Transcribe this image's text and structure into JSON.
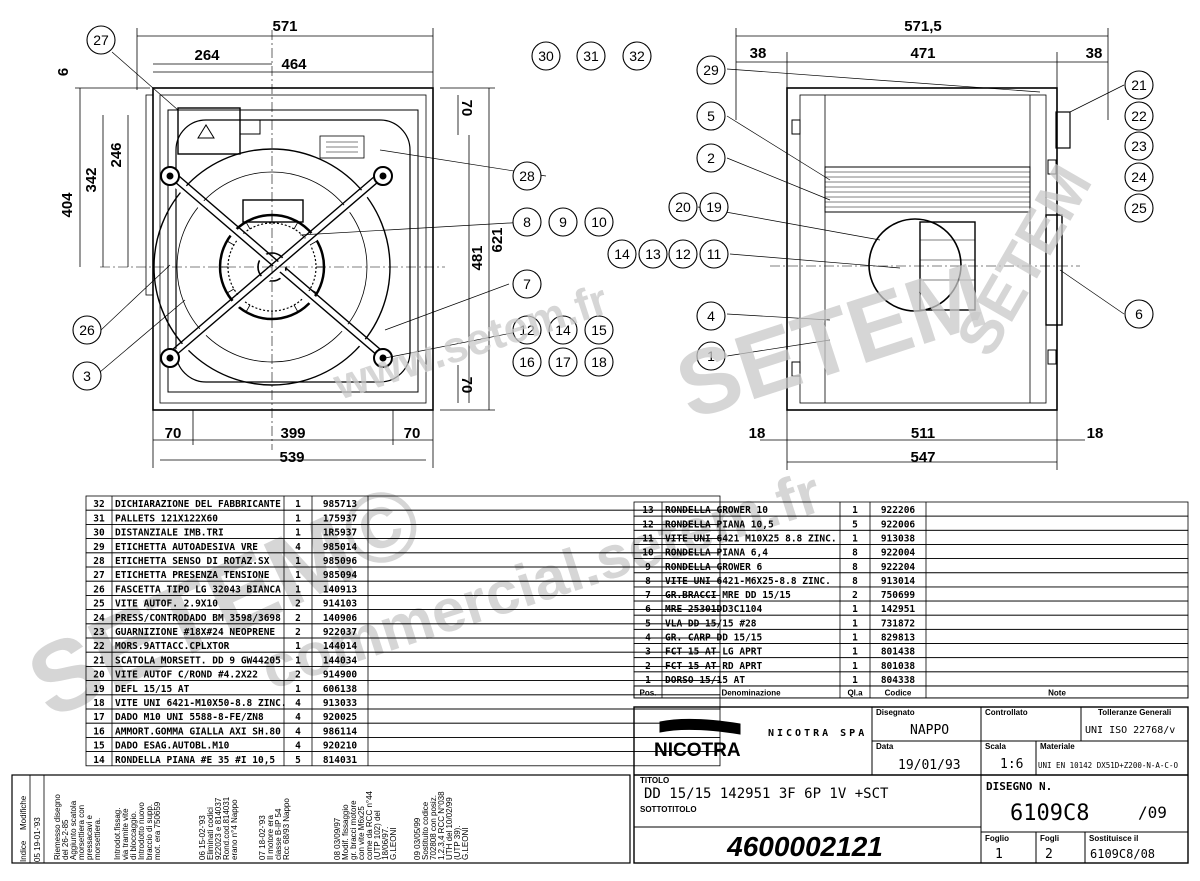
{
  "drawing": {
    "left_view": {
      "dims": {
        "overall_width": "571",
        "offset_left": "264",
        "inner_width": "464",
        "top_offset": "6",
        "height_404": "404",
        "height_342": "342",
        "height_246": "246",
        "top_70": "70",
        "bottom_70": "70",
        "height_481": "481",
        "height_621": "621",
        "bottom_left_70": "70",
        "bottom_mid": "399",
        "bottom_right_70": "70",
        "bottom_total": "539"
      },
      "balloons": [
        "27",
        "30",
        "31",
        "32",
        "28",
        "8",
        "9",
        "10",
        "26",
        "3",
        "7",
        "12",
        "14",
        "15",
        "16",
        "17",
        "18"
      ]
    },
    "right_view": {
      "dims": {
        "overall_width": "571,5",
        "left_38": "38",
        "inner_471": "471",
        "right_38": "38",
        "bottom_left_18": "18",
        "bottom_511": "511",
        "bottom_right_18": "18",
        "bottom_total": "547"
      },
      "balloons": [
        "29",
        "5",
        "2",
        "20",
        "19",
        "14",
        "13",
        "12",
        "11",
        "4",
        "1",
        "21",
        "22",
        "23",
        "24",
        "25",
        "6"
      ]
    },
    "watermarks": [
      "www.setem.fr",
      "SETEM",
      "SETEM",
      "SETEM©",
      "commercial.setem.fr"
    ]
  },
  "bom_left": [
    {
      "pos": "32",
      "desc": "DICHIARAZIONE DEL FABBRICANTE",
      "qty": "1",
      "code": "985713"
    },
    {
      "pos": "31",
      "desc": "PALLETS 121X122X60",
      "qty": "1",
      "code": "175937"
    },
    {
      "pos": "30",
      "desc": "DISTANZIALE IMB.TRI",
      "qty": "1",
      "code": "1R5937"
    },
    {
      "pos": "29",
      "desc": "ETICHETTA AUTOADESIVA VRE",
      "qty": "4",
      "code": "985014"
    },
    {
      "pos": "28",
      "desc": "ETICHETTA SENSO DI ROTAZ.SX",
      "qty": "1",
      "code": "985096"
    },
    {
      "pos": "27",
      "desc": "ETICHETTA PRESENZA TENSIONE",
      "qty": "1",
      "code": "985094"
    },
    {
      "pos": "26",
      "desc": "FASCETTA TIPO LG 32043 BIANCA",
      "qty": "1",
      "code": "140913"
    },
    {
      "pos": "25",
      "desc": "VITE AUTOF. 2.9X10",
      "qty": "2",
      "code": "914103"
    },
    {
      "pos": "24",
      "desc": "PRESS/CONTRODADO BM 3598/3698",
      "qty": "2",
      "code": "140906"
    },
    {
      "pos": "23",
      "desc": "GUARNIZIONE #18X#24 NEOPRENE",
      "qty": "2",
      "code": "922037"
    },
    {
      "pos": "22",
      "desc": "MORS.9ATTACC.CPLXTOR",
      "qty": "1",
      "code": "144014"
    },
    {
      "pos": "21",
      "desc": "SCATOLA MORSETT. DD 9 GW44205",
      "qty": "1",
      "code": "144034"
    },
    {
      "pos": "20",
      "desc": "VITE AUTOF C/ROND #4.2X22",
      "qty": "2",
      "code": "914900"
    },
    {
      "pos": "19",
      "desc": "DEFL 15/15 AT",
      "qty": "1",
      "code": "606138"
    },
    {
      "pos": "18",
      "desc": "VITE UNI 6421-M10X50-8.8 ZINC.",
      "qty": "4",
      "code": "913033"
    },
    {
      "pos": "17",
      "desc": "DADO M10 UNI 5588-8-FE/ZN8",
      "qty": "4",
      "code": "920025"
    },
    {
      "pos": "16",
      "desc": "AMMORT.GOMMA GIALLA AXI SH.80",
      "qty": "4",
      "code": "986114"
    },
    {
      "pos": "15",
      "desc": "DADO ESAG.AUTOBL.M10",
      "qty": "4",
      "code": "920210"
    },
    {
      "pos": "14",
      "desc": "RONDELLA PIANA #E 35 #I 10,5",
      "qty": "5",
      "code": "814031"
    }
  ],
  "bom_right": [
    {
      "pos": "13",
      "desc": "RONDELLA GROWER 10",
      "qty": "1",
      "code": "922206"
    },
    {
      "pos": "12",
      "desc": "RONDELLA PIANA 10,5",
      "qty": "5",
      "code": "922006"
    },
    {
      "pos": "11",
      "desc": "VITE UNI 6421 M10X25 8.8 ZINC.",
      "qty": "1",
      "code": "913038"
    },
    {
      "pos": "10",
      "desc": "RONDELLA PIANA 6,4",
      "qty": "8",
      "code": "922004"
    },
    {
      "pos": "9",
      "desc": "RONDELLA GROWER 6",
      "qty": "8",
      "code": "922204"
    },
    {
      "pos": "8",
      "desc": "VITE UNI 6421-M6X25-8.8 ZINC.",
      "qty": "8",
      "code": "913014"
    },
    {
      "pos": "7",
      "desc": "GR.BRACCI MRE DD 15/15",
      "qty": "2",
      "code": "750699"
    },
    {
      "pos": "6",
      "desc": "MRE 25301DD3C1104",
      "qty": "1",
      "code": "142951"
    },
    {
      "pos": "5",
      "desc": "VLA DD 15/15 #28",
      "qty": "1",
      "code": "731872"
    },
    {
      "pos": "4",
      "desc": "GR. CARP DD 15/15",
      "qty": "1",
      "code": "829813"
    },
    {
      "pos": "3",
      "desc": "FCT 15 AT LG APRT",
      "qty": "1",
      "code": "801438"
    },
    {
      "pos": "2",
      "desc": "FCT 15 AT RD APRT",
      "qty": "1",
      "code": "801038"
    },
    {
      "pos": "1",
      "desc": "DORSO 15/15 AT",
      "qty": "1",
      "code": "804338"
    }
  ],
  "bom_header": {
    "pos": "Pos.",
    "denom": "Denominazione",
    "qty": "Ql.a",
    "code": "Codice",
    "note": "Note"
  },
  "title_block": {
    "company": "NICOTRA SPA",
    "logo": "NICOTRA",
    "disegnato_label": "Disegnato",
    "disegnato": "NAPPO",
    "controllato_label": "Controllato",
    "tolleranze_label": "Tolleranze Generali",
    "tolleranze": "UNI ISO 22768/v",
    "data_label": "Data",
    "data": "19/01/93",
    "scala_label": "Scala",
    "scala": "1:6",
    "materiale_label": "Materiale",
    "materiale": "UNI EN 10142 DX51D+Z200-N-A-C-O",
    "titolo_label": "TITOLO",
    "titolo": "DD 15/15 142951 3F 6P 1V +SCT",
    "sottotitolo_label": "SOTTOTITOLO",
    "disegno_label": "DISEGNO N.",
    "disegno": "6109C8",
    "rev": "/09",
    "number": "4600002121",
    "foglio_label": "Foglio",
    "foglio": "1",
    "fogli_label": "Fogli",
    "fogli": "2",
    "sostituisce_label": "Sostituisce il",
    "sostituisce": "6109C8/08"
  },
  "revisions": {
    "indice_label": "Indice",
    "modifiche_label": "Modifiche",
    "rev05": "05  19-01-'93",
    "entries": [
      "Riemesso disegno del 26-2-85 Aggiunto scatola morsettiera con pressacavi e morsettiera.",
      "Introdot.fissag. via tramite vite di bloccaggio. Introdotto nuovo braccio di supp. mot. era 750659",
      "06   15-02-'93   Eliminati codici 922023 e 814037 Rond.cod.814031 erano n°4   Nappo",
      "07   18-02-'93   Il motore era classe B-IP 54 Rcc 68/93   Nappo",
      "08   03/09/97   Modif. fissaggio gr. bracci motore con vite M6x25 come da RCC n°44 (UTP 102) del 18/06/97.   G.LEONI",
      "09   03/05/99   Sostituito codice 702808 con posiz. 1,2,3,4 RCC N°038 UTH del 10/02/99 (UTP 39).   G.LEONI"
    ]
  }
}
